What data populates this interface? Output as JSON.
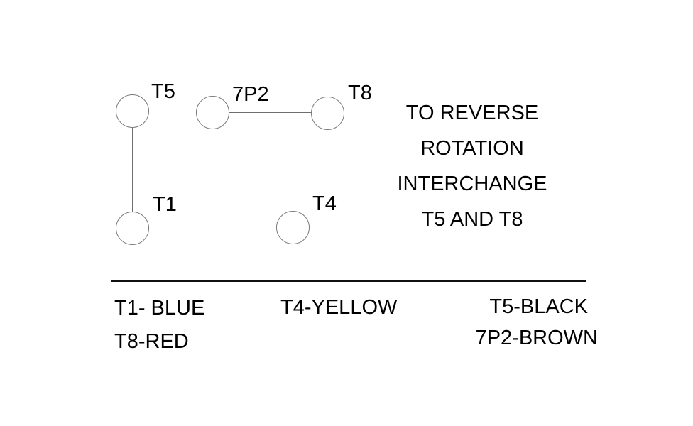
{
  "colors": {
    "text": "#000000",
    "background": "#ffffff",
    "circle_stroke": "#7a7a7a",
    "wire_line": "#6e6e6e",
    "divider": "#111111"
  },
  "diagram": {
    "terminals": {
      "t5": {
        "label": "T5"
      },
      "p7p2": {
        "label": "7P2"
      },
      "t8": {
        "label": "T8"
      },
      "t1": {
        "label": "T1"
      },
      "t4": {
        "label": "T4"
      }
    },
    "connections": [
      {
        "from": "T5",
        "to": "T1"
      },
      {
        "from": "7P2",
        "to": "T8"
      }
    ],
    "note": {
      "lines": [
        "TO REVERSE",
        "ROTATION",
        "INTERCHANGE",
        "T5 AND T8"
      ]
    }
  },
  "legend": {
    "row1": [
      "T1- BLUE",
      "T4-YELLOW",
      "T5-BLACK"
    ],
    "row2": [
      "T8-RED",
      "7P2-BROWN"
    ]
  }
}
